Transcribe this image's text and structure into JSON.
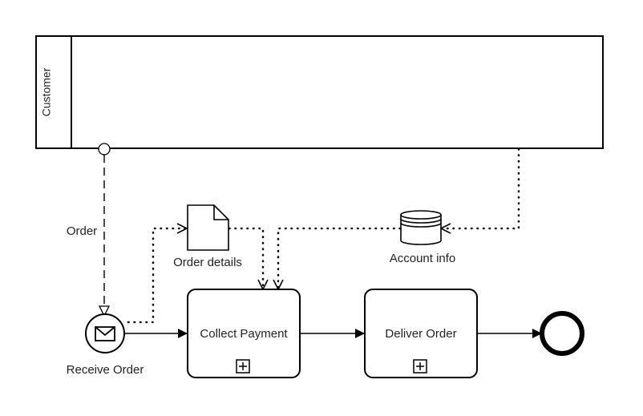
{
  "pool": {
    "label": "Customer"
  },
  "message_flow": {
    "label": "Order"
  },
  "start_event": {
    "label": "Receive Order",
    "icon": "envelope-icon"
  },
  "data_object": {
    "label": "Order details",
    "icon": "document-icon"
  },
  "data_store": {
    "label": "Account info",
    "icon": "database-icon"
  },
  "tasks": [
    {
      "label": "Collect Payment",
      "marker": "subprocess-plus-icon"
    },
    {
      "label": "Deliver Order",
      "marker": "subprocess-plus-icon"
    }
  ],
  "end_event": {
    "label": ""
  },
  "colors": {
    "stroke": "#000000",
    "fill": "#ffffff",
    "text": "#222222"
  }
}
